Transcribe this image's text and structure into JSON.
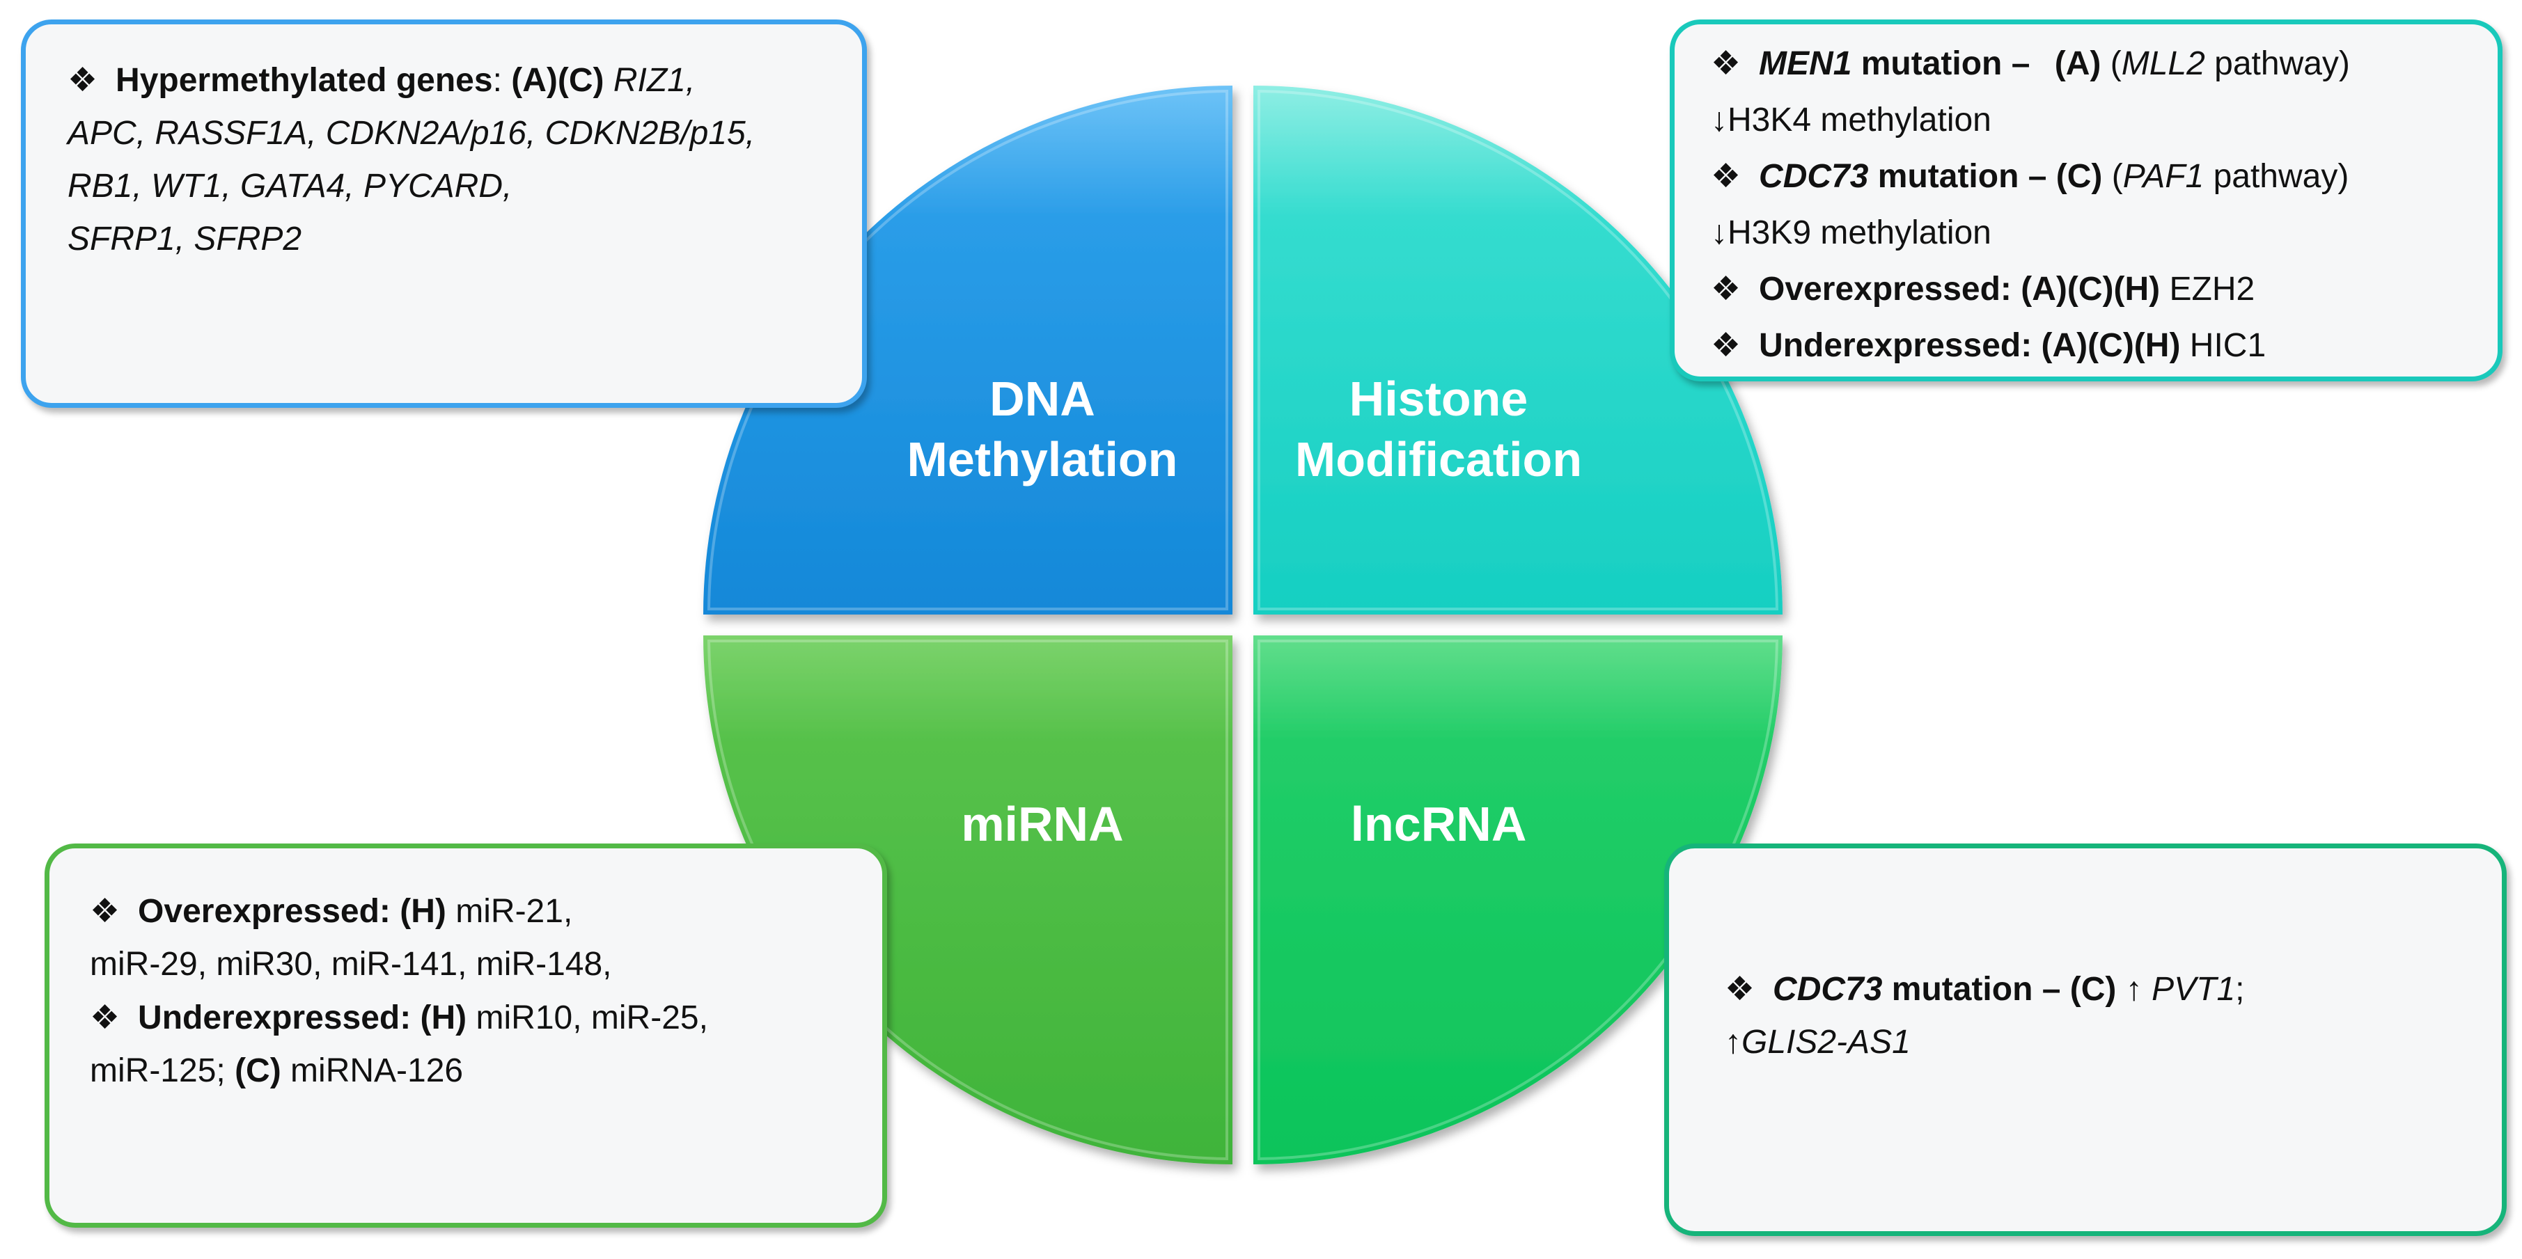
{
  "colors": {
    "dna": "#1a8fe0",
    "histone": "#17d3c6",
    "mirna": "#43b83f",
    "lncrna": "#0ec860",
    "box_background": "#f6f7f8",
    "box_border_dna": "#3da3ee",
    "box_border_histone": "#19c9bb",
    "box_border_mirna": "#52b946",
    "box_border_lncrna": "#16b47a"
  },
  "quadrants": {
    "dna": {
      "line1": "DNA",
      "line2": "Methylation"
    },
    "histone": {
      "line1": "Histone",
      "line2": "Modification"
    },
    "mirna": {
      "label": "miRNA"
    },
    "lncrna": {
      "label": "lncRNA"
    }
  },
  "dna_box": {
    "bullet": "❖",
    "lead": "Hypermethylated genes",
    "colon": ":",
    "tag": "(A)(C)",
    "line1_genes": "RIZ1,",
    "line2": "APC, RASSF1A, CDKN2A/p16, CDKN2B/p15,",
    "line3": "RB1, WT1, GATA4, PYCARD,",
    "line4": "SFRP1, SFRP2"
  },
  "histone_box": {
    "bullet": "❖",
    "men1_gene": "MEN1",
    "men1_text": "mutation –",
    "men1_tag": "(A)",
    "men1_open": "(",
    "men1_pathway": "MLL2",
    "men1_pathway_text": "pathway)",
    "h3k4": "↓H3K4 methylation",
    "cdc73_gene": "CDC73",
    "cdc73_text": "mutation –",
    "cdc73_tag": "(C)",
    "cdc73_open": "(",
    "cdc73_pathway": "PAF1",
    "cdc73_pathway_text": "pathway)",
    "h3k9": "↓H3K9 methylation",
    "over_label": "Overexpressed:",
    "over_tag": "(A)(C)(H)",
    "over_gene": "EZH2",
    "under_label": "Underexpressed:",
    "under_tag": "(A)(C)(H)",
    "under_gene": "HIC1"
  },
  "mirna_box": {
    "bullet": "❖",
    "over_label": "Overexpressed:",
    "over_tag": "(H)",
    "over_line1": "miR-21,",
    "over_line2": "miR-29, miR30, miR-141, miR-148,",
    "under_label": "Underexpressed:",
    "under_tag": "(H)",
    "under_line1": "miR10, miR-25,",
    "under_line2_a": "miR-125;",
    "under_line2_tag": "(C)",
    "under_line2_b": "miRNA-126"
  },
  "lncrna_box": {
    "bullet": "❖",
    "gene": "CDC73",
    "text": "mutation –",
    "tag": "(C)",
    "arrow1": "↑",
    "target1": "PVT1",
    "sep": ";",
    "arrow2": "↑",
    "target2": "GLIS2-AS1"
  }
}
